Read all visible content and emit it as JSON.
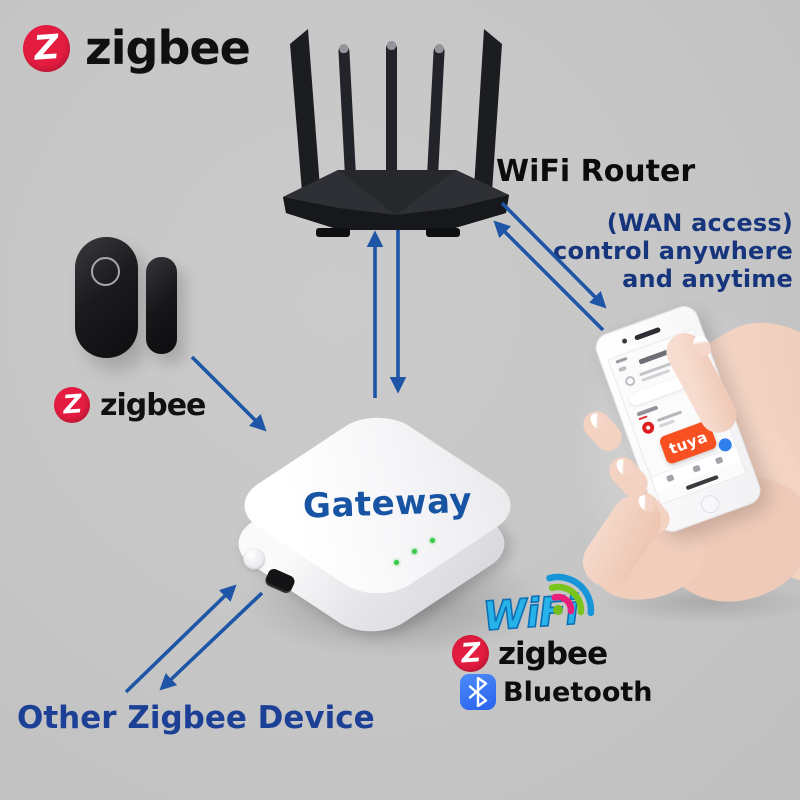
{
  "header_logo": {
    "letter": "Z",
    "wordmark": "zigbee"
  },
  "router": {
    "label": "WiFi Router"
  },
  "wan_note": {
    "line1": "(WAN access)",
    "line2": "control anywhere",
    "line3": "and anytime"
  },
  "sensor_logo": {
    "letter": "Z",
    "wordmark": "zigbee"
  },
  "gateway": {
    "label": "Gateway"
  },
  "phone": {
    "app_badge": "tuya"
  },
  "protocol_badges": {
    "wifi": {
      "label": "WiFi"
    },
    "zigbee": {
      "letter": "Z",
      "label": "zigbee"
    },
    "bluetooth": {
      "label": "Bluetooth"
    }
  },
  "other_device": {
    "label": "Other Zigbee Device"
  },
  "colors": {
    "background": "#c6c6c6",
    "arrow_blue": "#1e55a6",
    "navy_text": "#16357c",
    "zigbee_red": "#e31c40",
    "wifi_blue": "#27b2ea",
    "bluetooth_blue": "#2a62ee",
    "tuya_orange": "#f85020",
    "gateway_label_blue": "#1754a3",
    "led_green": "#38c948"
  }
}
